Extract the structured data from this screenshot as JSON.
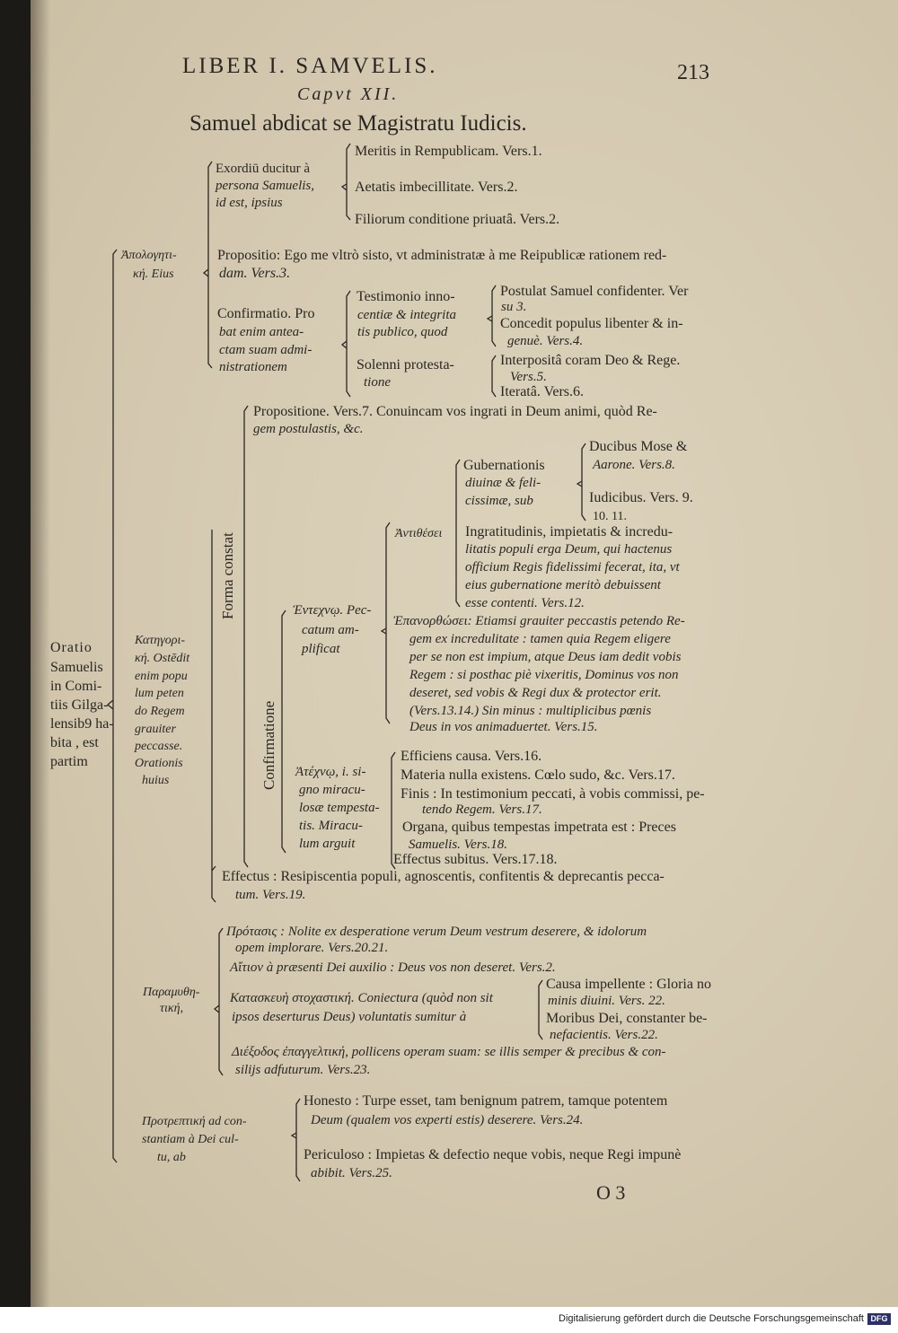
{
  "header": {
    "running_title": "LIBER I. SAMVELIS.",
    "page_number": "213",
    "chapter": "Capvt XII.",
    "title": "Samuel abdicat se Magistratu Iudicis."
  },
  "root": [
    "Oratio",
    "Samuelis",
    "in Comi-",
    "tiis Gilga-",
    "lensib9 ha-",
    "bita , est",
    "partim"
  ],
  "apologetica": {
    "label": [
      "Ἀπολογητι-",
      "κή. Eius"
    ],
    "exordium": [
      "Exordiū ducitur à",
      "persona Samuelis,",
      "id est, ipsius"
    ],
    "exordium_items": [
      "Meritis in Rempublicam. Vers.1.",
      "Aetatis imbecillitate. Vers.2.",
      "Filiorum conditione priuatâ. Vers.2."
    ],
    "propositio": [
      "Propositio: Ego me vltrò sisto, vt administratæ à me Reipublicæ rationem red-",
      "dam. Vers.3."
    ],
    "confirmatio": [
      "Confirmatio. Pro",
      "bat enim antea-",
      "ctam suam admi-",
      "nistrationem"
    ],
    "testimonio": [
      "Testimonio inno-",
      "centiæ & integrita",
      "tis publico, quod"
    ],
    "testimonio_items": [
      "Postulat Samuel confidenter. Ver",
      "su 3.",
      "Concedit populus libenter & in-",
      "genuè. Vers.4."
    ],
    "solenni": [
      "Solenni protesta-",
      "tione"
    ],
    "solenni_items": [
      "Interpositâ coram Deo & Rege.",
      "Vers.5.",
      "Iteratâ. Vers.6."
    ]
  },
  "kategoretike": {
    "label": [
      "Κατηγορι-",
      "κή. Ostēdit",
      "enim popu",
      "lum peten",
      "do Regem",
      "grauiter",
      "peccasse.",
      "Orationis",
      "huius"
    ],
    "forma": "Forma constat",
    "confirmatione": "Confirmatione",
    "propositione": [
      "Propositione. Vers.7. Conuincam vos ingrati in Deum animi, quòd Re-",
      "gem postulastis, &c."
    ],
    "entechnos": [
      "Ἐντεχνῳ. Pec-",
      "catum am-",
      "plificat"
    ],
    "antithesis": "Ἀντιθέσει",
    "gubernationis": [
      "Gubernationis",
      "diuinæ & feli-",
      "cissimæ, sub"
    ],
    "gub_items": [
      "Ducibus Mose &",
      "Aarone. Vers.8.",
      "Iudicibus. Vers. 9.",
      "10. 11."
    ],
    "ingratitudinis": [
      "Ingratitudinis, impietatis & incredu-",
      "litatis populi erga Deum, qui hactenus",
      "officium Regis fidelissimi fecerat, ita, vt",
      "eius gubernatione meritò debuissent",
      "esse contenti. Vers.12."
    ],
    "epanorthosis": [
      "Ἐπανορθώσει: Etiamsi grauiter peccastis petendo Re-",
      "gem ex incredulitate : tamen quia Regem eligere",
      "per se non est impium, atque Deus iam dedit vobis",
      "Regem : si posthac piè vixeritis, Dominus vos non",
      "deseret, sed vobis & Regi dux & protector erit.",
      "(Vers.13.14.) Sin minus : multiplicibus pœnis",
      "Deus in vos animaduertet. Vers.15."
    ],
    "atechnos": [
      "Ἀτέχνῳ, i. si-",
      "gno miracu-",
      "losæ tempesta-",
      "tis. Miracu-",
      "lum arguit"
    ],
    "atechnos_items": [
      "Efficiens causa. Vers.16.",
      "Materia nulla existens. Cœlo sudo, &c. Vers.17.",
      "Finis : In testimonium peccati, à vobis commissi, pe-",
      "tendo Regem. Vers.17.",
      "Organa, quibus tempestas impetrata est : Preces",
      "Samuelis. Vers.18.",
      "Effectus subitus. Vers.17.18."
    ],
    "effectus": [
      "Effectus : Resipiscentia populi, agnoscentis, confitentis & deprecantis pecca-",
      "tum. Vers.19."
    ]
  },
  "paramythetike": {
    "label": [
      "Παραμυθη-",
      "τική,"
    ],
    "protasis": [
      "Πρότασις : Nolite ex desperatione verum Deum vestrum deserere, & idolorum",
      "opem implorare. Vers.20.21."
    ],
    "aition": "Αἴτιον à præsenti Dei auxilio : Deus vos non deseret. Vers.2.",
    "kataskeue": [
      "Κατασκευὴ στοχαστική. Coniectura (quòd non sit",
      "ipsos deserturus Deus) voluntatis sumitur à"
    ],
    "kataskeue_items": [
      "Causa impellente : Gloria no",
      "minis diuini. Vers. 22.",
      "Moribus Dei, constanter be-",
      "nefacientis. Vers.22."
    ],
    "diexodos": [
      "Διέξοδος ἐπαγγελτική, pollicens operam suam: se illis semper & precibus & con-",
      "silijs adfuturum. Vers.23."
    ]
  },
  "protreptike": {
    "label": [
      "Προτρεπτική ad con-",
      "stantiam à Dei cul-",
      "tu, ab"
    ],
    "honesto": [
      "Honesto : Turpe esset, tam benignum patrem, tamque potentem",
      "Deum (qualem vos experti estis) deserere. Vers.24."
    ],
    "periculoso": [
      "Periculoso : Impietas & defectio neque vobis, neque Regi impunè",
      "abibit. Vers.25."
    ]
  },
  "signature": "O 3",
  "footer": {
    "text": "Digitalisierung gefördert durch die Deutsche Forschungsgemeinschaft",
    "logo": "DFG"
  }
}
